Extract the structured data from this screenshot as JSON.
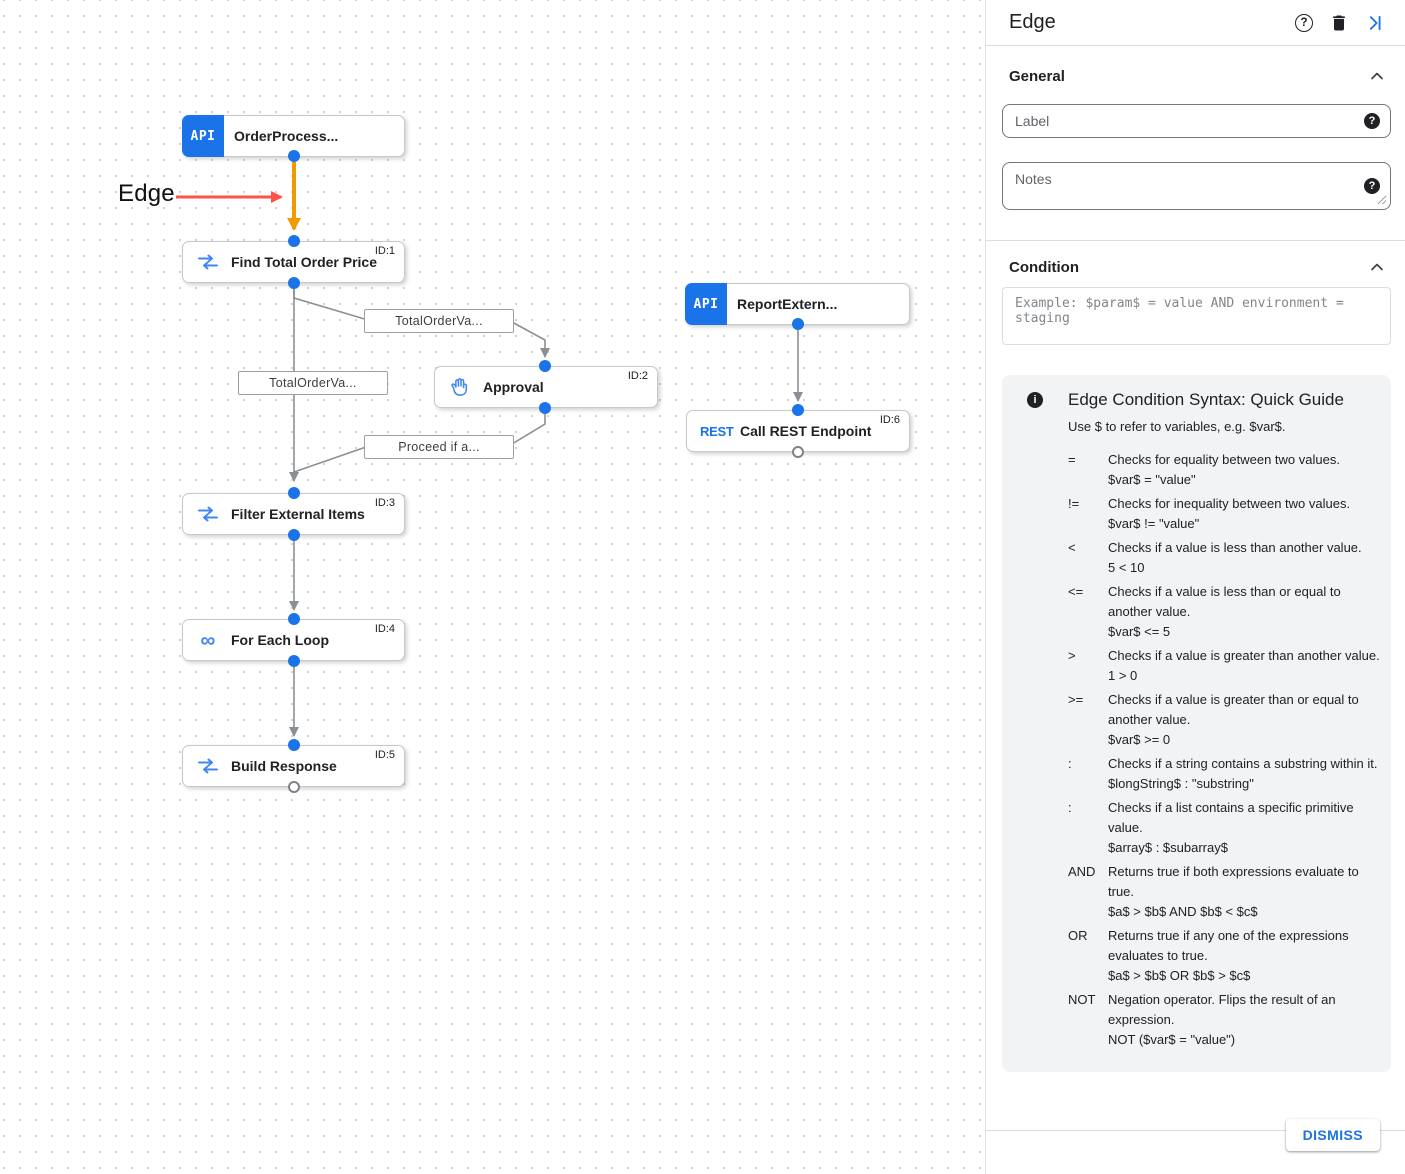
{
  "canvas": {
    "annotation_label": "Edge",
    "icons": {
      "api_badge": "API",
      "rest_badge": "REST",
      "loop_glyph": "∞"
    },
    "nodes": [
      {
        "title": "OrderProcess...",
        "id": ""
      },
      {
        "title": "Find Total Order Price",
        "id": "ID:1"
      },
      {
        "title": "Approval",
        "id": "ID:2"
      },
      {
        "title": "Filter External Items",
        "id": "ID:3"
      },
      {
        "title": "For Each Loop",
        "id": "ID:4"
      },
      {
        "title": "Build Response",
        "id": "ID:5"
      },
      {
        "title": "ReportExtern...",
        "id": ""
      },
      {
        "title": "Call REST Endpoint",
        "id": "ID:6"
      }
    ],
    "edge_labels": [
      "TotalOrderVa...",
      "TotalOrderVa...",
      "Proceed if a..."
    ],
    "colors": {
      "highlight_edge": "#F29900",
      "annotation_arrow": "#FF5146",
      "port": "#1A73E8",
      "edge": "#8a8f94",
      "node_icon": "#4285F4"
    }
  },
  "panel": {
    "title": "Edge",
    "sections": {
      "general": "General",
      "condition": "Condition"
    },
    "fields": {
      "label_placeholder": "Label",
      "notes_placeholder": "Notes",
      "condition_placeholder": "Example: $param$ = value AND environment = staging"
    },
    "guide": {
      "info_glyph": "i",
      "title": "Edge Condition Syntax: Quick Guide",
      "intro": "Use $ to refer to variables, e.g. $var$.",
      "rows": [
        {
          "op": "=",
          "desc": "Checks for equality between two values.",
          "example": "$var$ = \"value\""
        },
        {
          "op": "!=",
          "desc": "Checks for inequality between two values.",
          "example": "$var$ != \"value\""
        },
        {
          "op": "<",
          "desc": "Checks if a value is less than another value.",
          "example": "5 < 10"
        },
        {
          "op": "<=",
          "desc": "Checks if a value is less than or equal to another value.",
          "example": "$var$ <= 5"
        },
        {
          "op": ">",
          "desc": "Checks if a value is greater than another value.",
          "example": "1 > 0"
        },
        {
          "op": ">=",
          "desc": "Checks if a value is greater than or equal to another value.",
          "example": "$var$ >= 0"
        },
        {
          "op": ":",
          "desc": "Checks if a string contains a substring within it.",
          "example": "$longString$ : \"substring\""
        },
        {
          "op": ":",
          "desc": "Checks if a list contains a specific primitive value.",
          "example": "$array$ : $subarray$"
        },
        {
          "op": "AND",
          "desc": "Returns true if both expressions evaluate to true.",
          "example": "$a$ > $b$ AND $b$ < $c$"
        },
        {
          "op": "OR",
          "desc": "Returns true if any one of the expressions evaluates to true.",
          "example": "$a$ > $b$ OR $b$ > $c$"
        },
        {
          "op": "NOT",
          "desc": "Negation operator. Flips the result of an expression.",
          "example": "NOT ($var$ = \"value\")"
        }
      ]
    },
    "dismiss_label": "DISMISS",
    "help_glyph": "?"
  }
}
